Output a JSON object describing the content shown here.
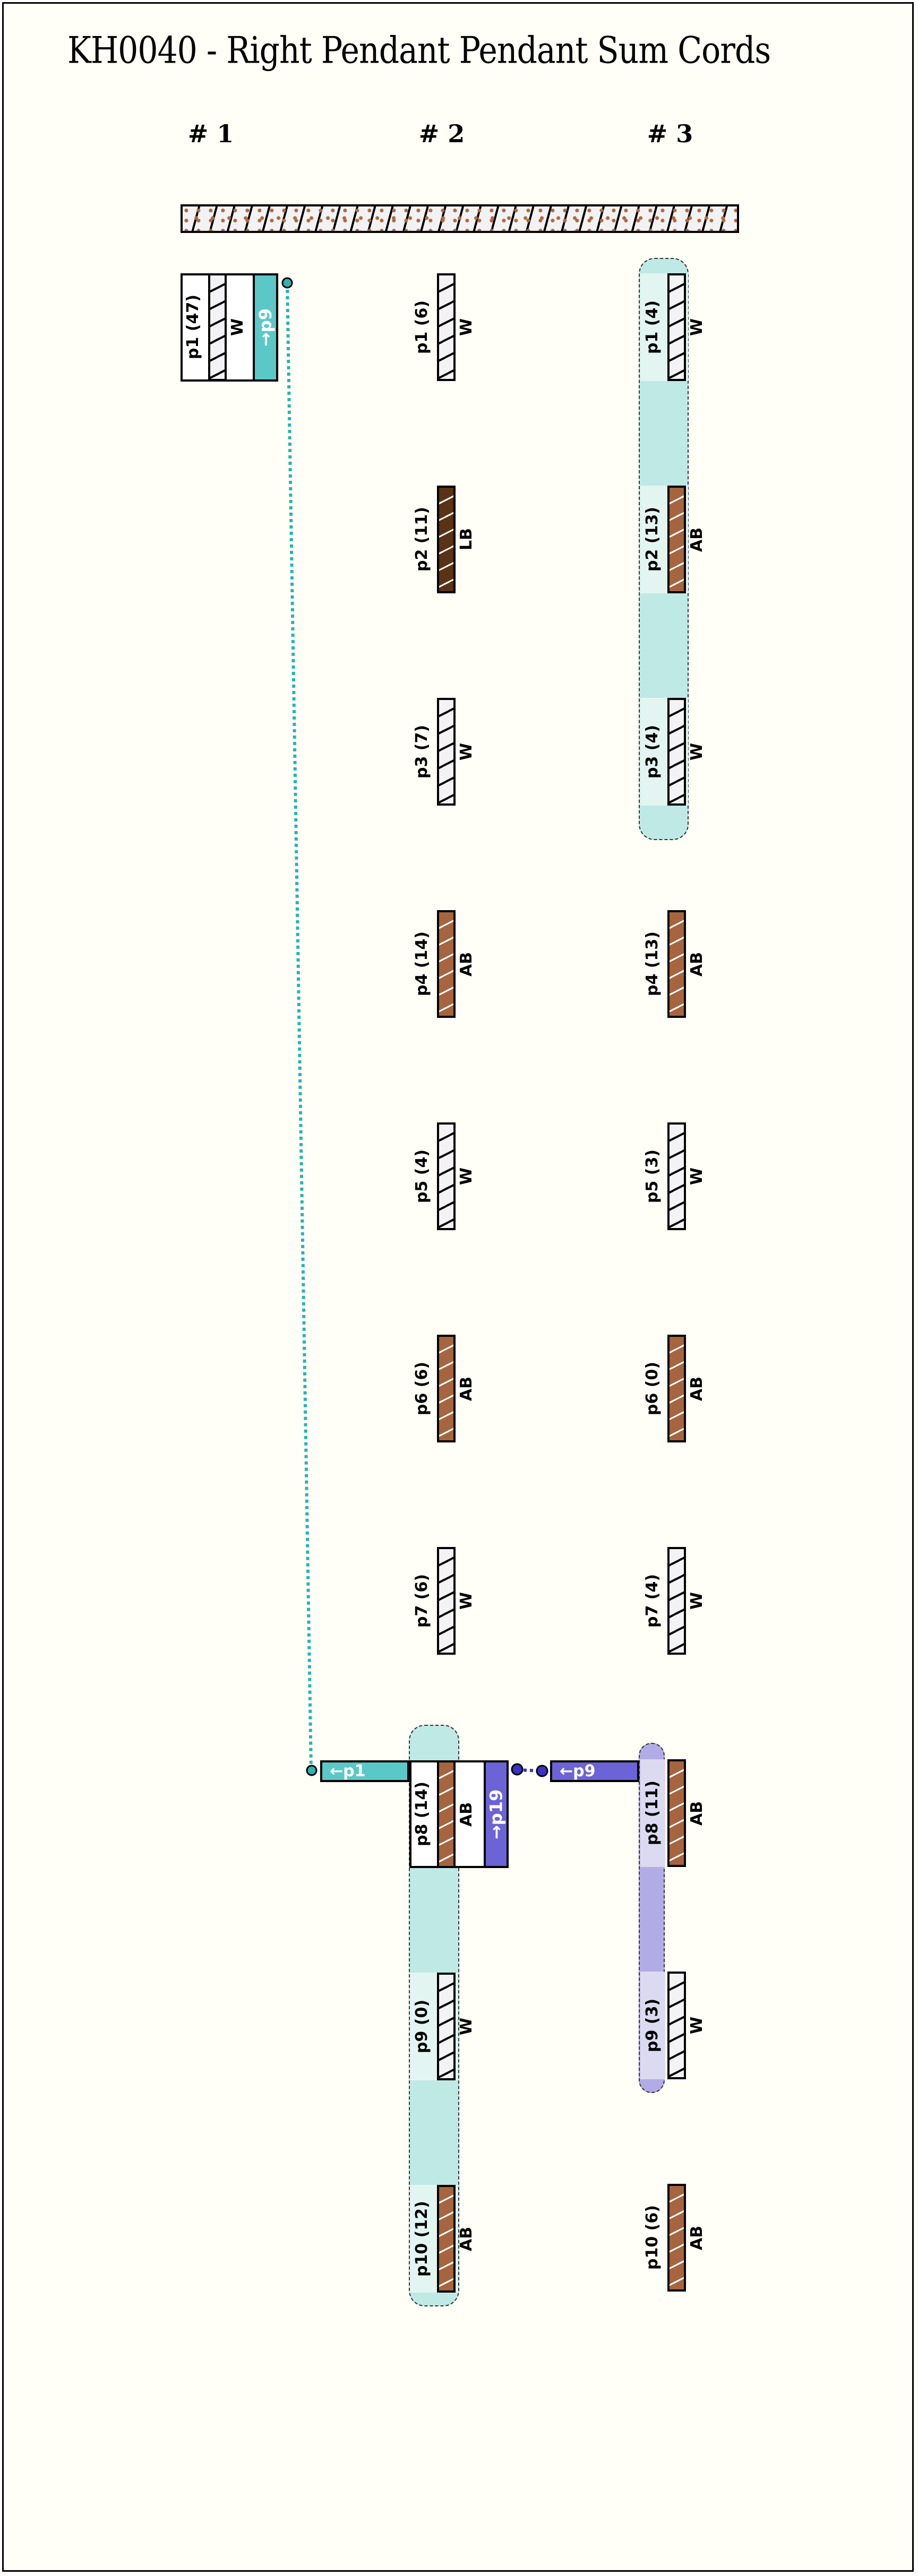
{
  "title": "KH0040 - Right Pendant Pendant Sum Cords",
  "columns": [
    {
      "label": "# 1",
      "pendants": [
        {
          "id": "p1",
          "value": 47,
          "color": "W",
          "sum_link": "→p9"
        }
      ]
    },
    {
      "label": "# 2",
      "pendants": [
        {
          "id": "p1",
          "value": 6,
          "color": "W"
        },
        {
          "id": "p2",
          "value": 11,
          "color": "LB"
        },
        {
          "id": "p3",
          "value": 7,
          "color": "W"
        },
        {
          "id": "p4",
          "value": 14,
          "color": "AB"
        },
        {
          "id": "p5",
          "value": 4,
          "color": "W"
        },
        {
          "id": "p6",
          "value": 6,
          "color": "AB"
        },
        {
          "id": "p7",
          "value": 6,
          "color": "W"
        },
        {
          "id": "p8",
          "value": 14,
          "color": "AB",
          "sum_link": "→p19",
          "source_link": "←p1"
        },
        {
          "id": "p9",
          "value": 0,
          "color": "W"
        },
        {
          "id": "p10",
          "value": 12,
          "color": "AB"
        }
      ]
    },
    {
      "label": "# 3",
      "pendants": [
        {
          "id": "p1",
          "value": 4,
          "color": "W"
        },
        {
          "id": "p2",
          "value": 13,
          "color": "AB"
        },
        {
          "id": "p3",
          "value": 4,
          "color": "W"
        },
        {
          "id": "p4",
          "value": 13,
          "color": "AB"
        },
        {
          "id": "p5",
          "value": 3,
          "color": "W"
        },
        {
          "id": "p6",
          "value": 0,
          "color": "AB"
        },
        {
          "id": "p7",
          "value": 4,
          "color": "W"
        },
        {
          "id": "p8",
          "value": 11,
          "color": "AB",
          "source_link": "←p9"
        },
        {
          "id": "p9",
          "value": 3,
          "color": "W"
        },
        {
          "id": "p10",
          "value": 6,
          "color": "AB"
        }
      ]
    }
  ],
  "colors": {
    "W": "#f3f3f5",
    "AB": "#a6653f",
    "LB": "#5a3214",
    "teal": "#5bc8c8",
    "purple": "#6c63d6",
    "teal_band": "#bfe9e5",
    "purple_band": "#b1ace6"
  }
}
